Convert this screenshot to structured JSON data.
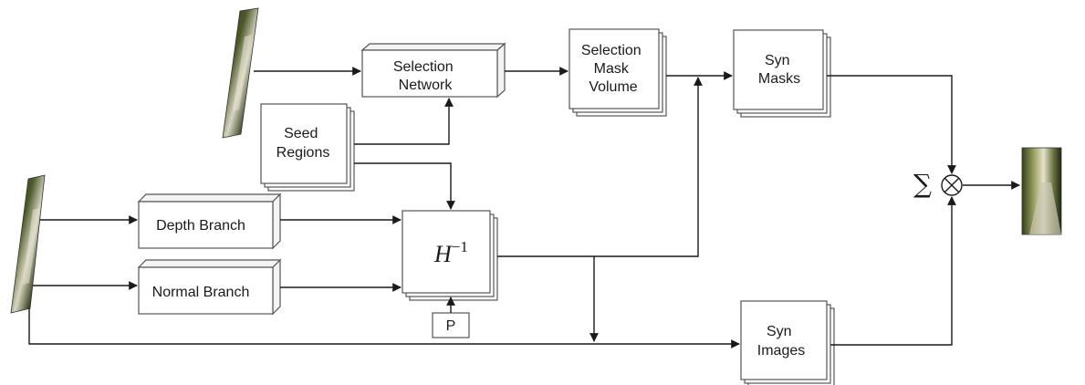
{
  "nodes": {
    "selection_network": [
      "Selection",
      "Network"
    ],
    "selection_mask_volume": [
      "Selection",
      "Mask",
      "Volume"
    ],
    "syn_masks": [
      "Syn",
      "Masks"
    ],
    "seed_regions": [
      "Seed",
      "Regions"
    ],
    "depth_branch": "Depth Branch",
    "normal_branch": "Normal Branch",
    "homography_inverse": {
      "base": "H",
      "exponent": "−1"
    },
    "p_input": "P",
    "syn_images": [
      "Syn",
      "Images"
    ]
  },
  "operators": {
    "sum": "∑",
    "multiply": "⊗"
  },
  "colors": {
    "stroke": "#1a1a1a",
    "box_border": "#555555",
    "photo_dark": "#2b3a1f",
    "photo_light": "#d8d6c2"
  }
}
